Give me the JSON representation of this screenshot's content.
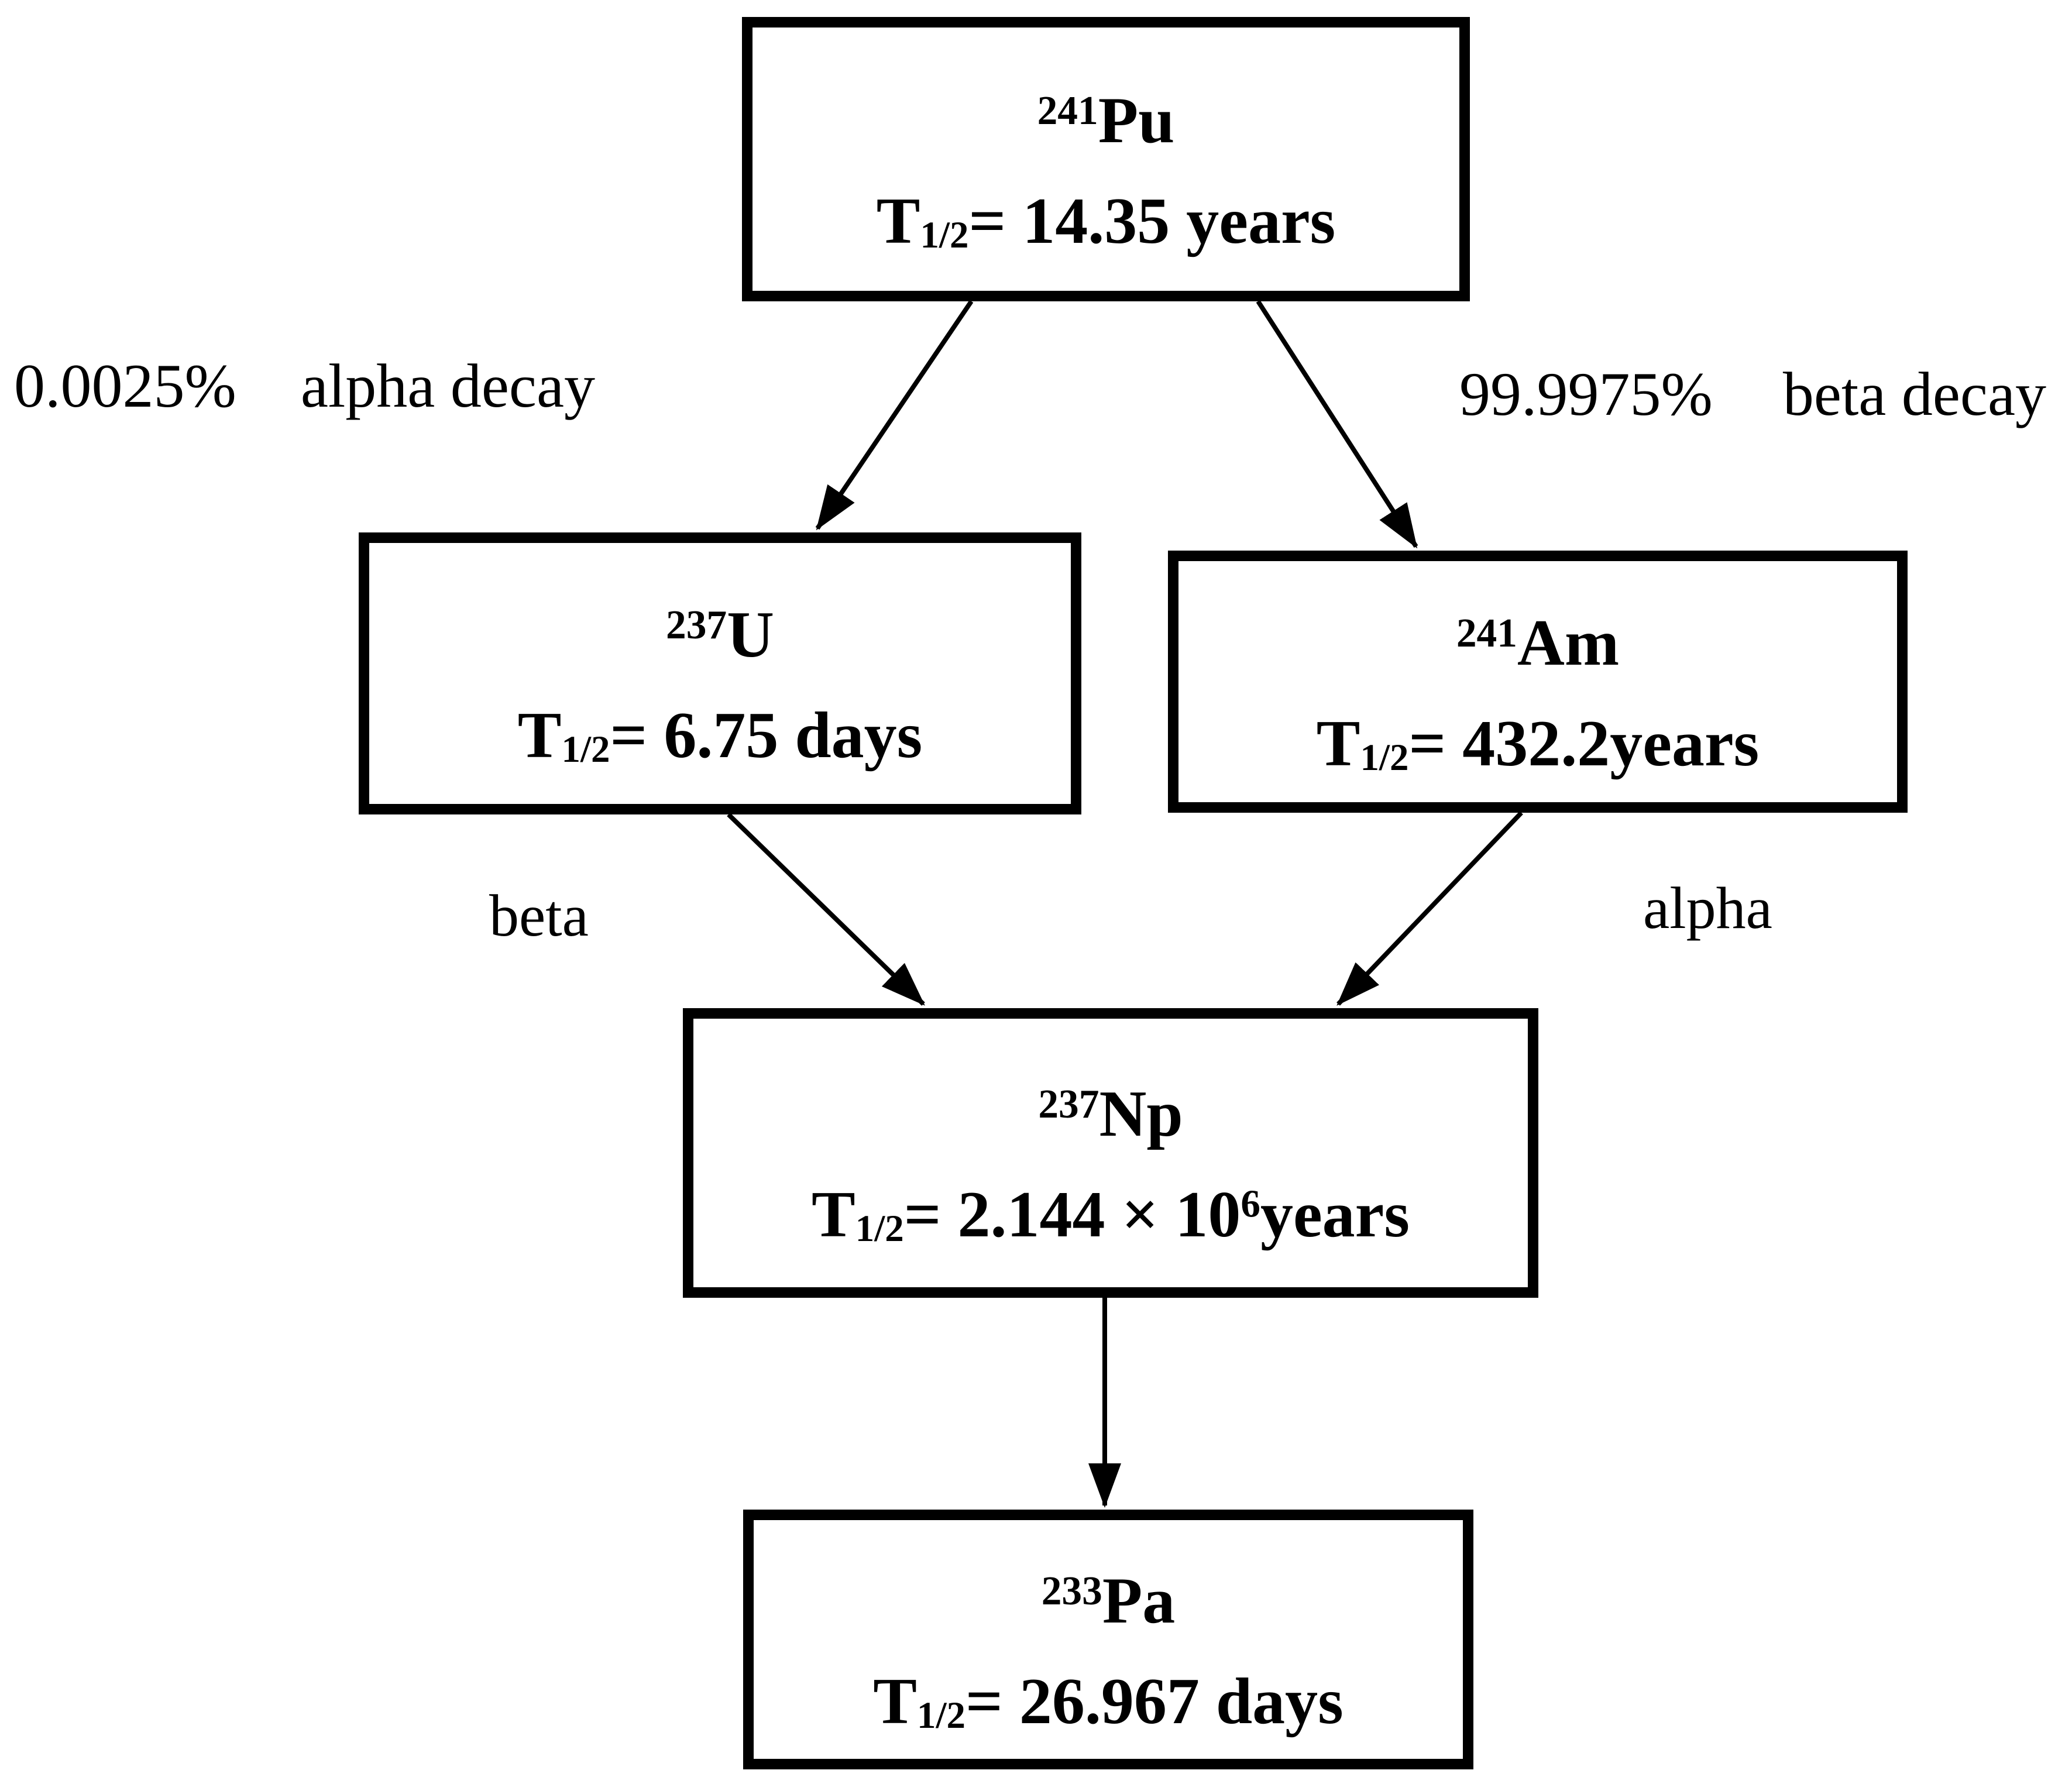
{
  "colors": {
    "background": "#ffffff",
    "line": "#000000",
    "text": "#000000"
  },
  "nodes": [
    {
      "id": "pu241",
      "mass": "241",
      "symbol": "Pu",
      "t": "T",
      "t_sub": "1/2",
      "rest": "= 14.35 years",
      "exp": "",
      "unit": ""
    },
    {
      "id": "u237",
      "mass": "237",
      "symbol": "U",
      "t": "T",
      "t_sub": "1/2",
      "rest": "= 6.75 days",
      "exp": "",
      "unit": ""
    },
    {
      "id": "am241",
      "mass": "241",
      "symbol": "Am",
      "t": "T",
      "t_sub": "1/2",
      "rest": "= 432.2years",
      "exp": "",
      "unit": ""
    },
    {
      "id": "np237",
      "mass": "237",
      "symbol": "Np",
      "t": "T",
      "t_sub": "1/2",
      "rest": "= 2.144 × 10",
      "exp": "6",
      "unit": "years"
    },
    {
      "id": "pa233",
      "mass": "233",
      "symbol": "Pa",
      "t": "T",
      "t_sub": "1/2",
      "rest": "= 26.967 days",
      "exp": "",
      "unit": ""
    }
  ],
  "labels": {
    "alpha_branch_percent": "0.0025%",
    "alpha_branch_text": "alpha decay",
    "beta_branch_percent": "99.9975%",
    "beta_branch_text": "beta decay",
    "u_to_np": "beta",
    "am_to_np": "alpha"
  }
}
